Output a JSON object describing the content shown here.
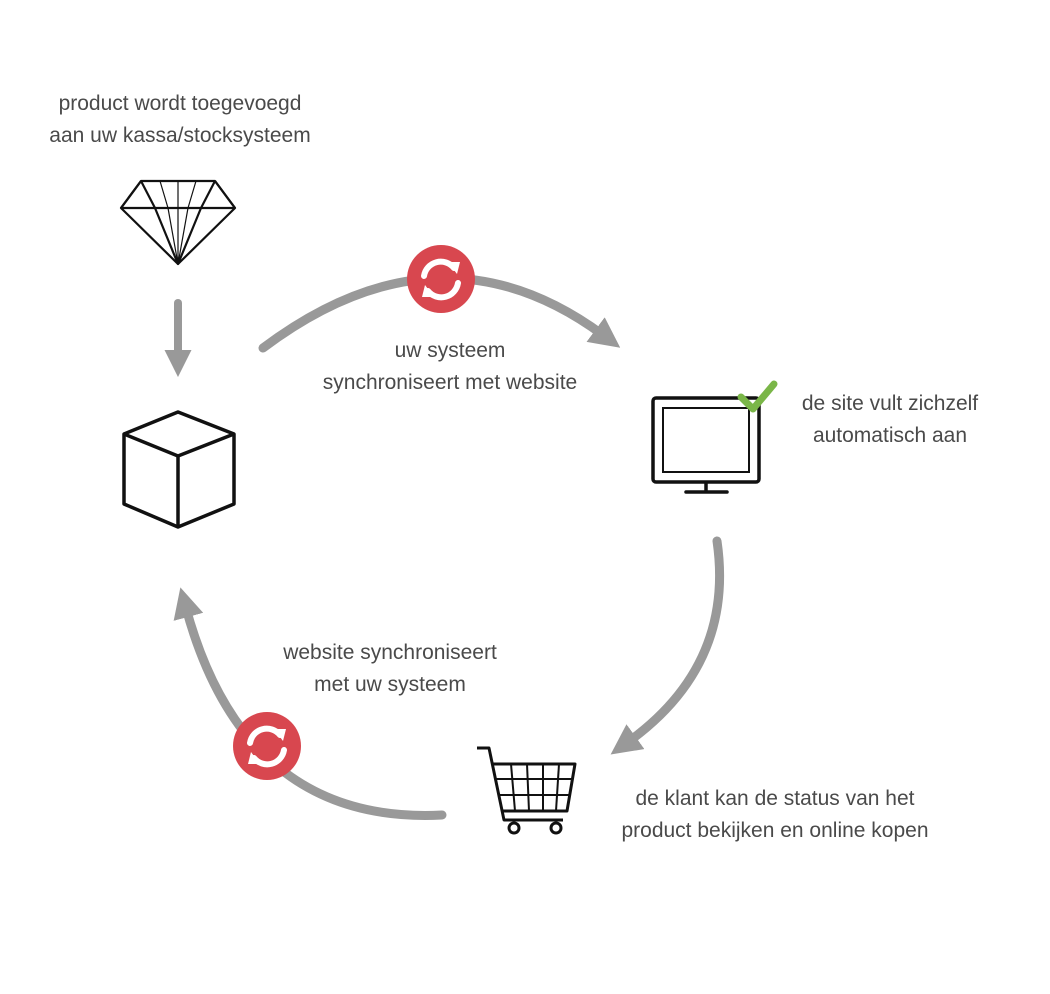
{
  "steps": {
    "product_added": {
      "line1": "product wordt toegevoegd",
      "line2": "aan uw kassa/stocksysteem",
      "icon": "diamond-icon"
    },
    "system_sync": {
      "line1": "uw systeem",
      "line2": "synchroniseert met website",
      "icon": "sync-icon"
    },
    "site_fills": {
      "line1": "de site vult zichzelf",
      "line2": "automatisch aan",
      "icon": "monitor-check-icon"
    },
    "client_buys": {
      "line1": "de klant kan de status van het",
      "line2": "product bekijken en online kopen",
      "icon": "shopping-cart-icon"
    },
    "website_sync": {
      "line1": "website synchroniseert",
      "line2": "met uw systeem",
      "icon": "sync-icon"
    },
    "stock": {
      "icon": "box-icon"
    }
  },
  "colors": {
    "arrow": "#999999",
    "sync_badge": "#d8474f",
    "check": "#7ab648",
    "text": "#4a4a4a",
    "icon_stroke": "#111111"
  }
}
